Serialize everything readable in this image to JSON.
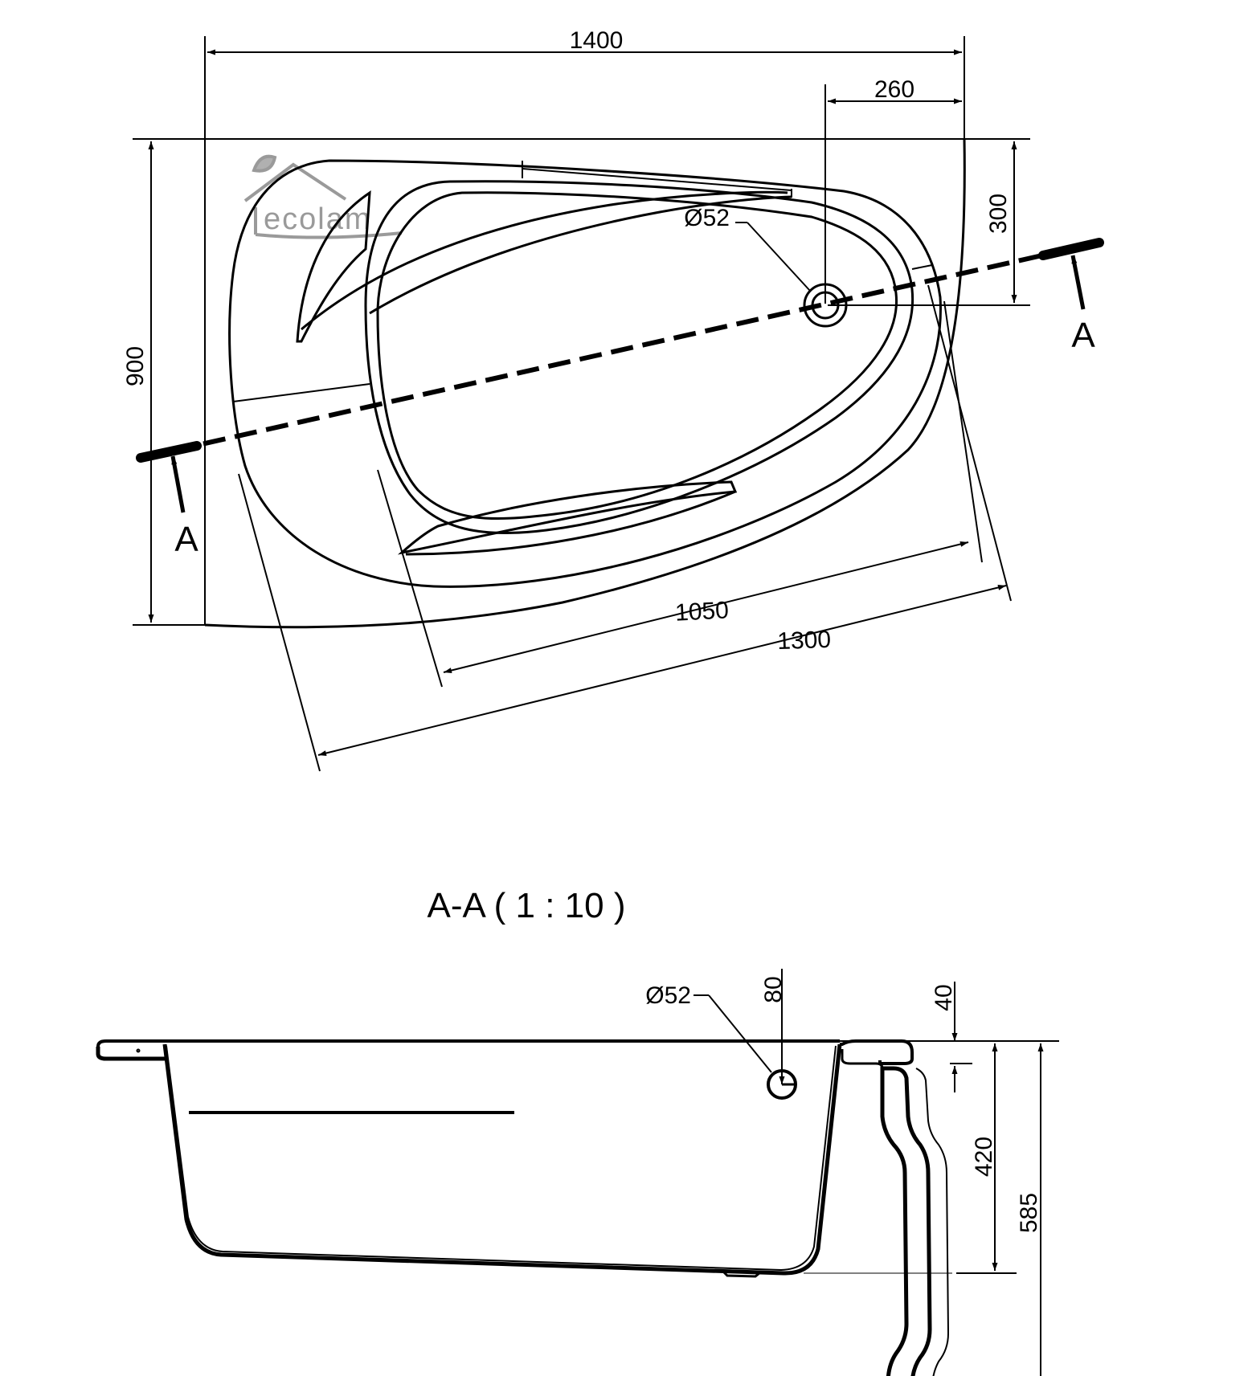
{
  "logo": {
    "text": "ecolam",
    "icon": "house-leaf-icon",
    "color": "#9a9a9a"
  },
  "plan_view": {
    "dimensions": {
      "overall_width": "1400",
      "drain_offset_x": "260",
      "drain_offset_y": "300",
      "overall_depth": "900",
      "inner_length": "1050",
      "outer_length": "1300",
      "drain_diameter": "Ø52"
    },
    "section_markers": [
      "A",
      "A"
    ]
  },
  "section_view": {
    "title": "A-A  ( 1 : 10 )",
    "dimensions": {
      "drain_diameter": "Ø52",
      "overflow_height": "80",
      "rim_thickness": "40",
      "tub_depth": "420",
      "total_height": "585"
    }
  },
  "colors": {
    "line": "#000000",
    "background": "#ffffff"
  }
}
